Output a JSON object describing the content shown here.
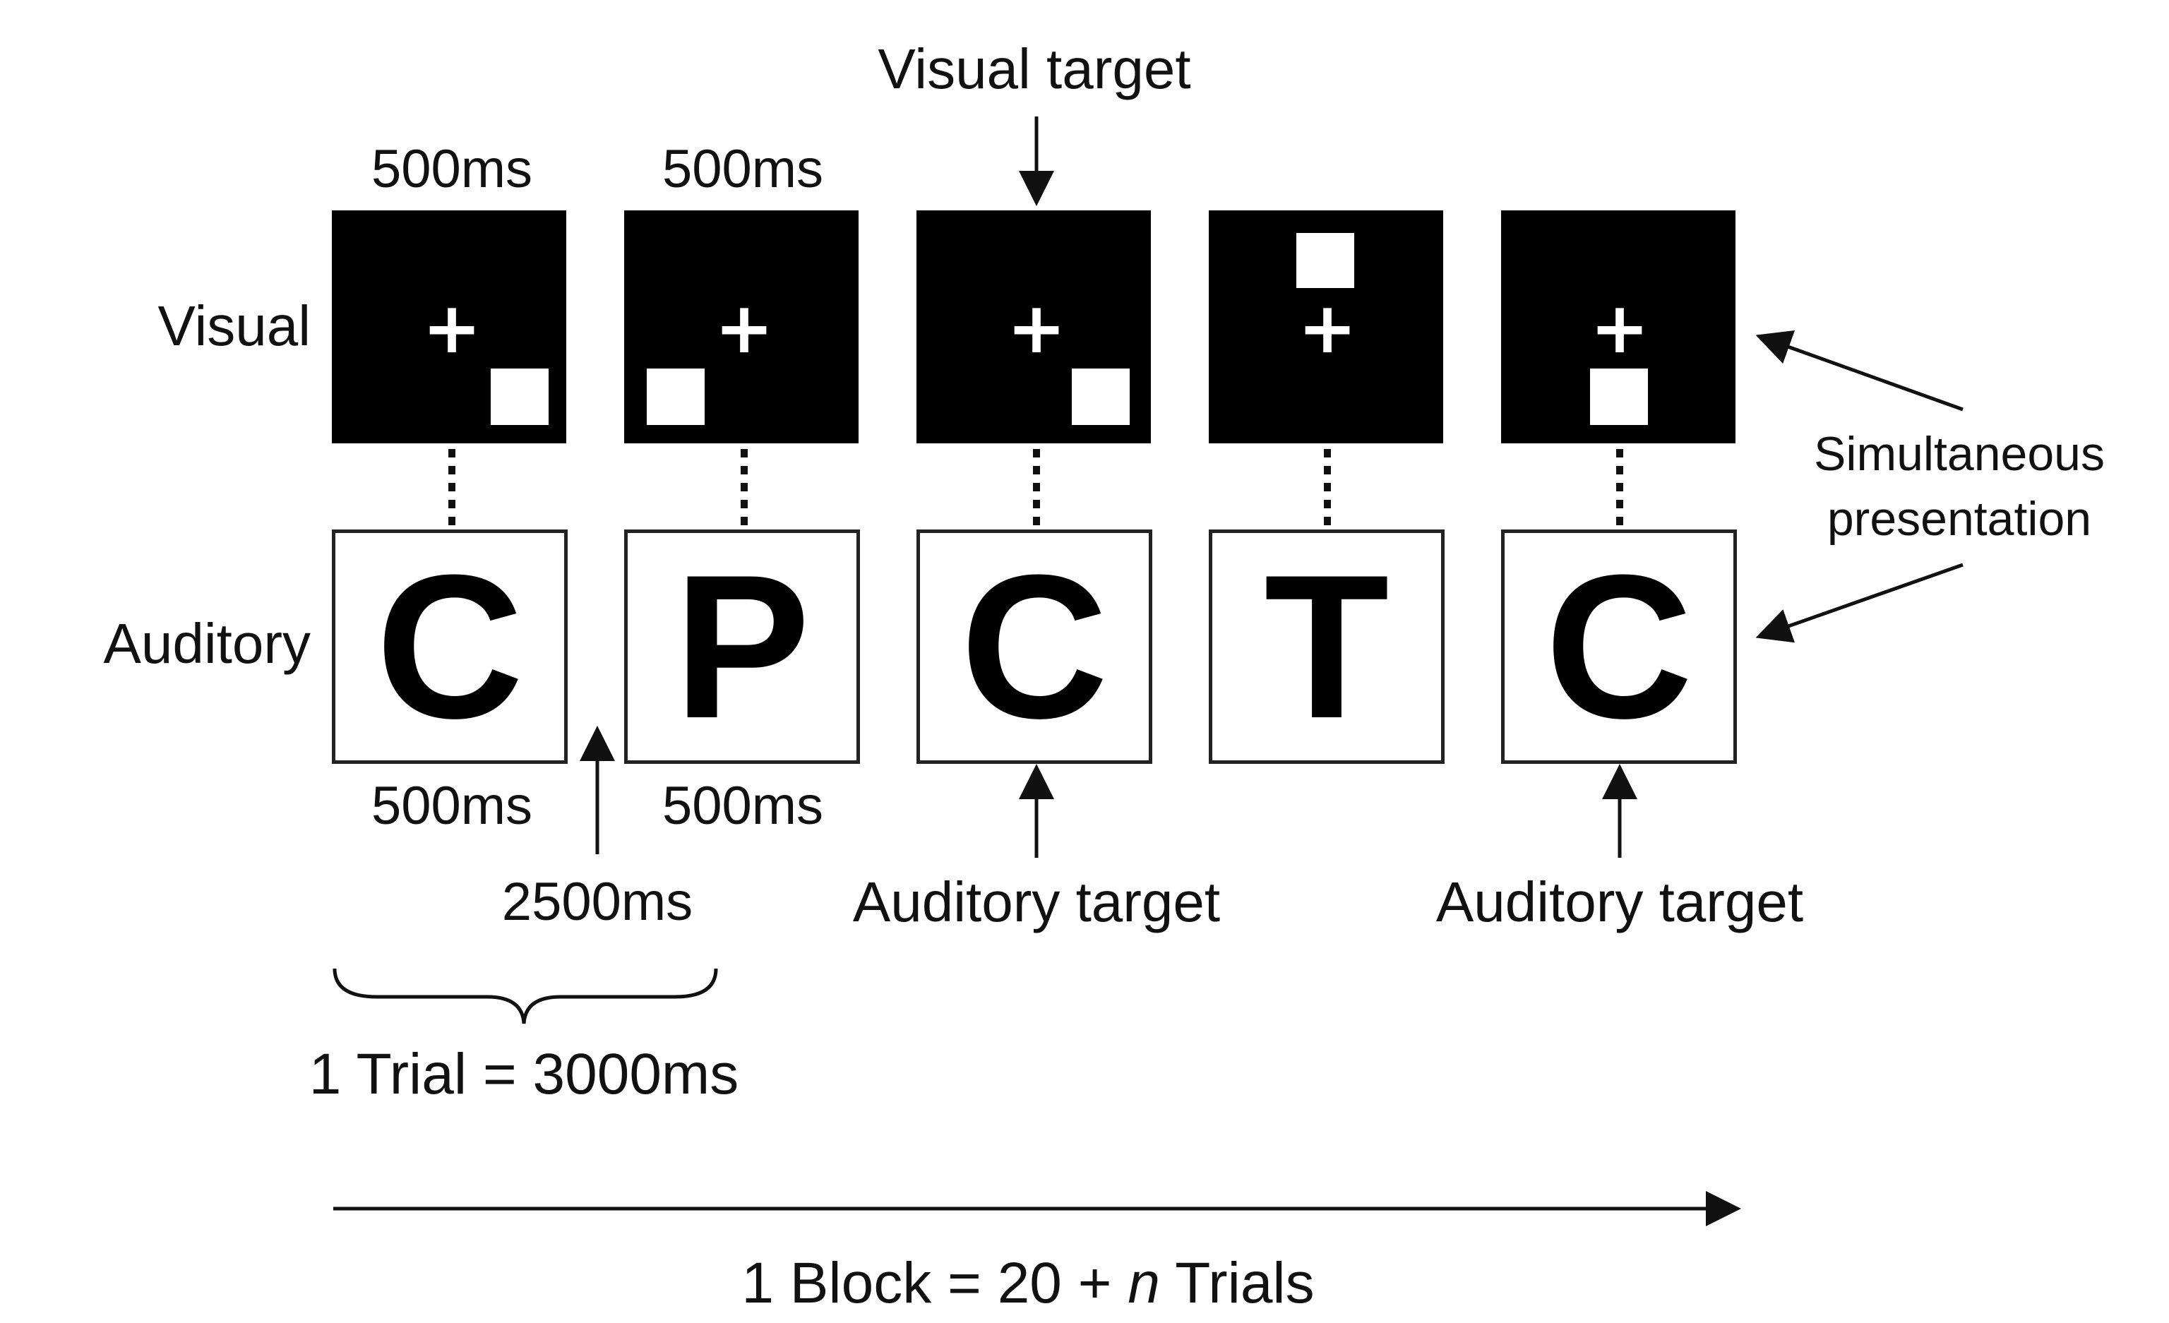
{
  "labels": {
    "visual_row": "Visual",
    "auditory_row": "Auditory",
    "visual_target": "Visual target",
    "auditory_target_1": "Auditory target",
    "auditory_target_2": "Auditory target",
    "simultaneous_line1": "Simultaneous",
    "simultaneous_line2": "presentation"
  },
  "timings": {
    "visual_1": "500ms",
    "visual_2": "500ms",
    "auditory_1": "500ms",
    "auditory_2": "500ms",
    "interval": "2500ms"
  },
  "trial_label": "1 Trial = 3000ms",
  "block_label": {
    "prefix": "1 Block = 20 + ",
    "variable": "n",
    "suffix": " Trials"
  },
  "frames": [
    {
      "visual_fixation": "+",
      "visual_square_position": "bottom-right",
      "auditory_letter": "C"
    },
    {
      "visual_fixation": "+",
      "visual_square_position": "bottom-left",
      "auditory_letter": "P"
    },
    {
      "visual_fixation": "+",
      "visual_square_position": "bottom-right",
      "auditory_letter": "C"
    },
    {
      "visual_fixation": "+",
      "visual_square_position": "top-center",
      "auditory_letter": "T"
    },
    {
      "visual_fixation": "+",
      "visual_square_position": "bottom-center",
      "auditory_letter": "C"
    }
  ],
  "colors": {
    "visual_box": "#000000",
    "stimulus": "#ffffff",
    "ink": "#111111"
  }
}
